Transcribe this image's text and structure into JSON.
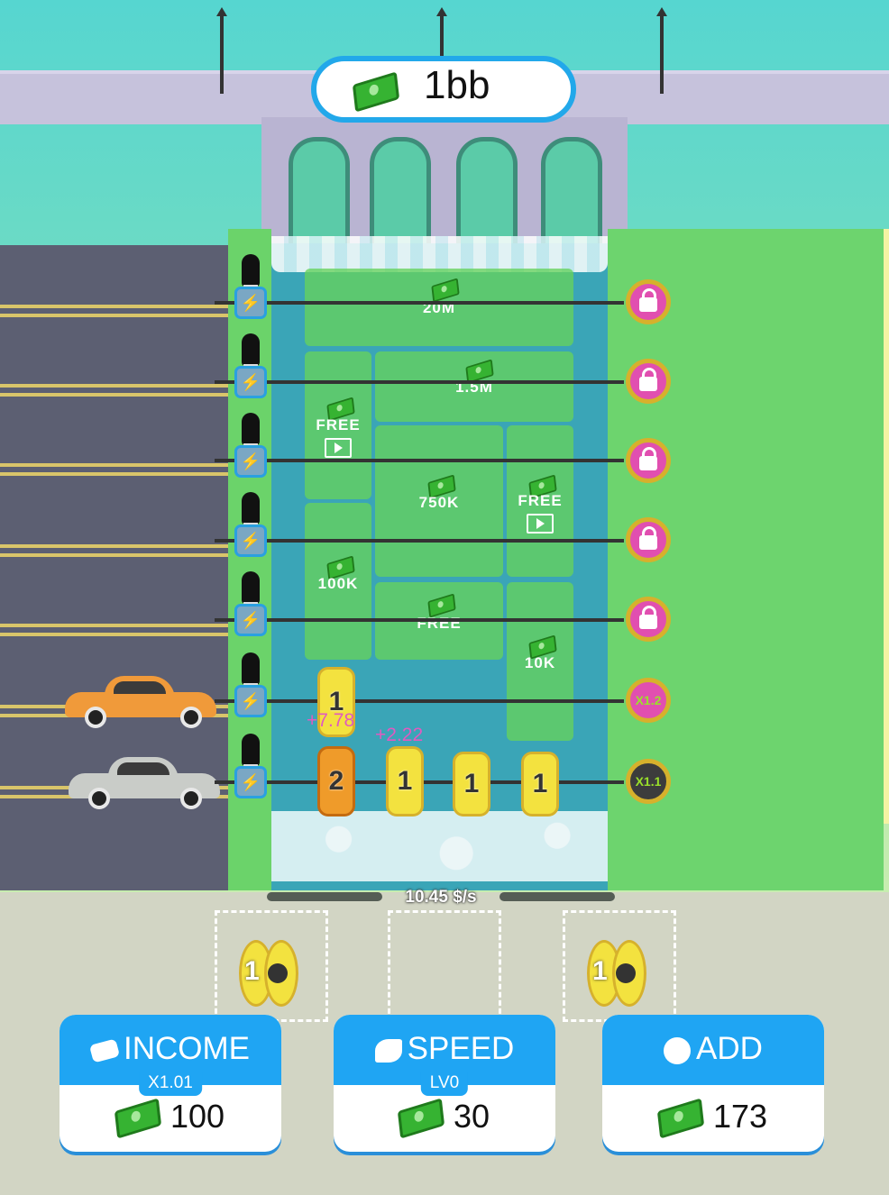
{
  "header": {
    "money": "1bb"
  },
  "blocks": [
    {
      "id": "b20m",
      "label": "20M"
    },
    {
      "id": "b15m",
      "label": "1.5M"
    },
    {
      "id": "bfree1",
      "label": "FREE"
    },
    {
      "id": "b750k",
      "label": "750K"
    },
    {
      "id": "bfree2",
      "label": "FREE"
    },
    {
      "id": "b100k",
      "label": "100K"
    },
    {
      "id": "bfree3",
      "label": "FREE"
    },
    {
      "id": "b10k",
      "label": "10K"
    }
  ],
  "multipliers": [
    "X1.2",
    "X1.1"
  ],
  "wheels": {
    "top": "1",
    "bottom": [
      "2",
      "1",
      "1",
      "1"
    ]
  },
  "gains": [
    "+7.78",
    "+2.22"
  ],
  "rate": "10.45 $/s",
  "slots": [
    "1",
    "",
    "1"
  ],
  "buttons": {
    "income": {
      "label": "INCOME",
      "tag": "X1.01",
      "cost": "100"
    },
    "speed": {
      "label": "SPEED",
      "tag": "LV0",
      "cost": "30"
    },
    "add": {
      "label": "ADD",
      "cost": "173"
    }
  },
  "colors": {
    "accent": "#1fa5f3",
    "lock": "#e14fb0",
    "water": "#3aa5b7",
    "grass": "#6dd46e"
  },
  "icons": [
    "cash-icon",
    "bolt-icon",
    "lock-icon",
    "video-icon",
    "gear-icon"
  ]
}
